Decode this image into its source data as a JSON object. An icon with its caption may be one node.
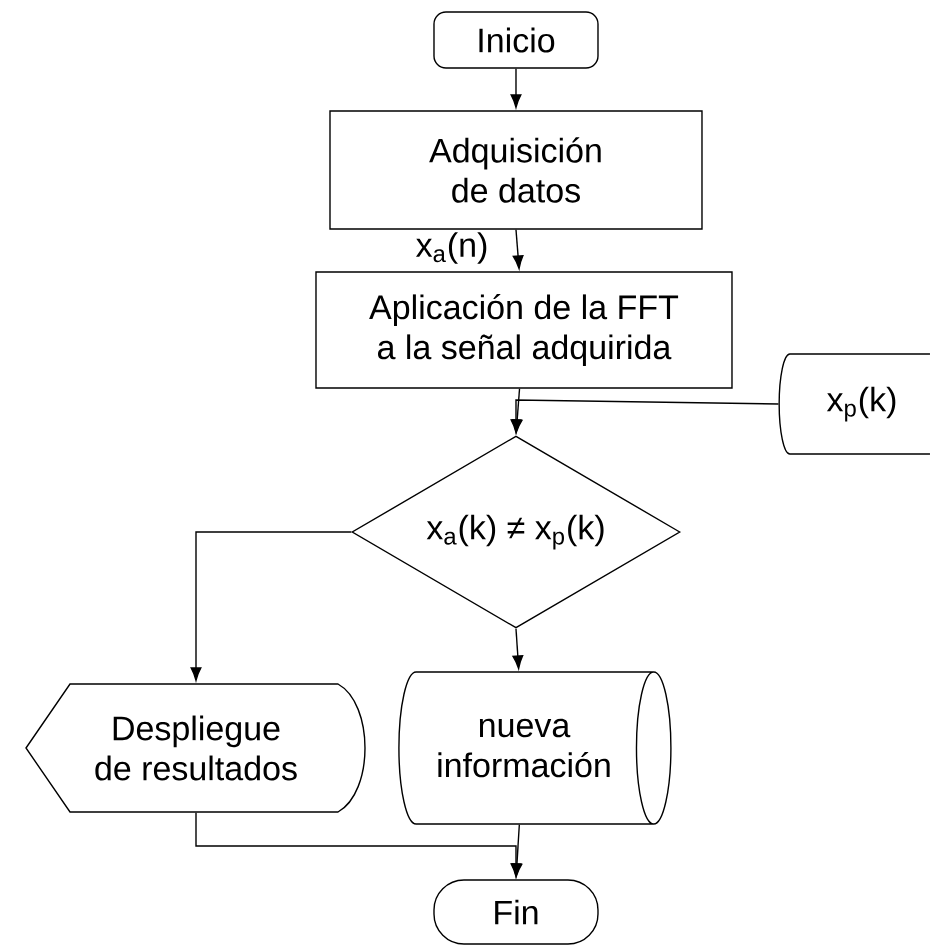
{
  "diagram": {
    "nodes": [
      {
        "text": [
          "Inicio"
        ]
      },
      {
        "text": [
          "Adquisición de datos"
        ]
      },
      {
        "text": [
          "Aplicación de la FFT a la señal adquirida"
        ]
      },
      {
        "text": [
          "x$_{p}$(k)"
        ]
      },
      {
        "text": [
          "x$_{a}$(k) ≠ x$_{p}$(k)"
        ]
      },
      {
        "text": [
          "Despliegue de resultados"
        ]
      },
      {
        "text": [
          "nueva información"
        ]
      },
      {
        "text": [
          "Fin"
        ]
      }
    ],
    "edges": [
      {
        "from": 0,
        "to": 1,
        "arrow": "to"
      },
      {
        "from": 1,
        "to": 2,
        "arrow": "to",
        "label": "x$_{a}$(n)"
      },
      {
        "from": 2,
        "to": 4,
        "arrow": "to"
      },
      {
        "from": 3,
        "to": 4,
        "arrow": "to"
      },
      {
        "from": 4,
        "to": 5,
        "arrow": "to"
      },
      {
        "from": 4,
        "to": 6,
        "arrow": "to"
      },
      {
        "from": 5,
        "to": 7,
        "arrow": "to"
      },
      {
        "from": 6,
        "to": 7,
        "arrow": "to"
      }
    ]
  }
}
